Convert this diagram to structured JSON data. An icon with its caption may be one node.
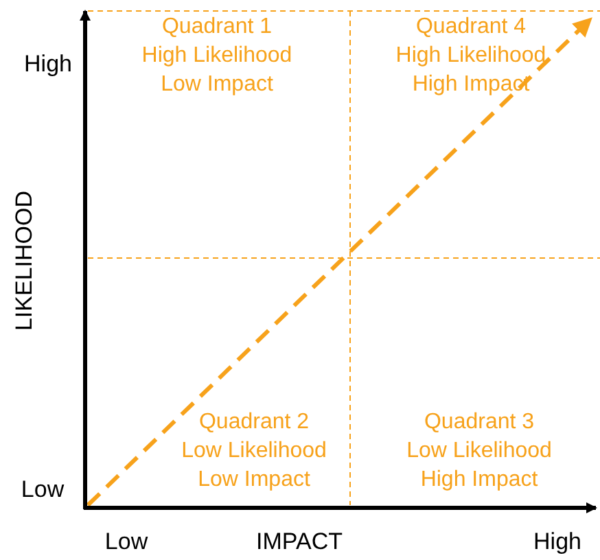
{
  "diagram": {
    "labels": [
      "High",
      "Quadrant 1",
      "High Likelihood",
      "Low Impact",
      "Quadrant 4",
      "High Likelihood",
      "High Impact",
      "LIKELIHOOD",
      "Quadrant 2",
      "Low Likelihood",
      "Low Impact",
      "Quadrant 3",
      "Low Likelihood",
      "High Impact",
      "Low",
      "Low",
      "IMPACT",
      "High"
    ]
  }
}
